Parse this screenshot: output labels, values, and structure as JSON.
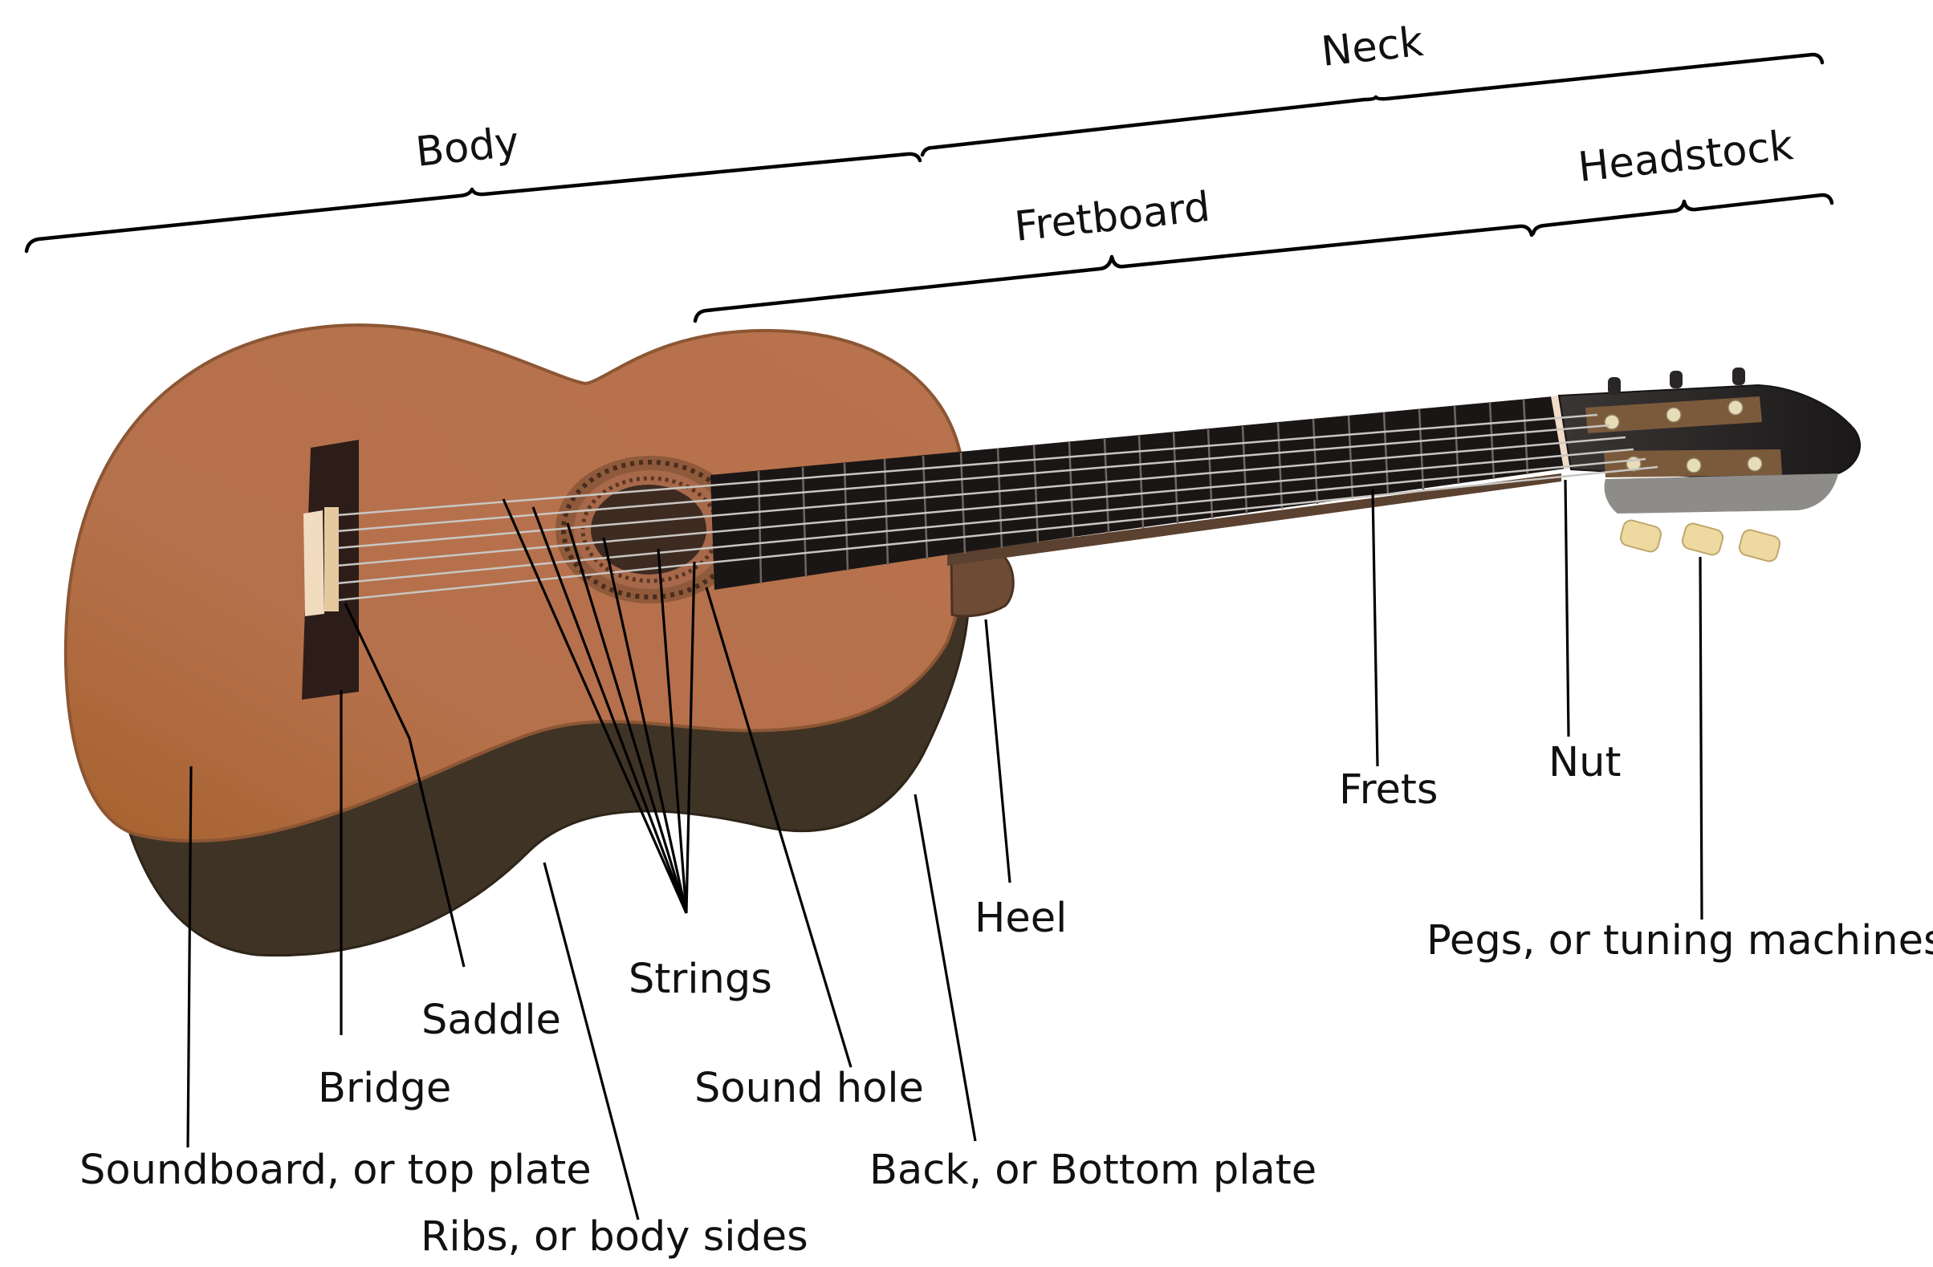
{
  "diagram": {
    "parts": {
      "neck": "Neck",
      "body": "Body",
      "headstock": "Headstock",
      "fretboard": "Fretboard"
    },
    "labels": {
      "frets": "Frets",
      "nut": "Nut",
      "heel": "Heel",
      "pegs": "Pegs, or tuning machines",
      "strings": "Strings",
      "saddle": "Saddle",
      "bridge": "Bridge",
      "sound_hole": "Sound hole",
      "soundboard": "Soundboard, or top plate",
      "back": "Back, or Bottom plate",
      "ribs": "Ribs, or body sides"
    },
    "colors": {
      "top": "#b5714b",
      "top_light": "#bd7f55",
      "sides": "#3f3325",
      "fretboard": "#1b1616",
      "headstock": "#2b2727",
      "peg_buttons": "#eed9a0",
      "bridge": "#2d1d18",
      "saddle": "#f1dcc0"
    }
  }
}
